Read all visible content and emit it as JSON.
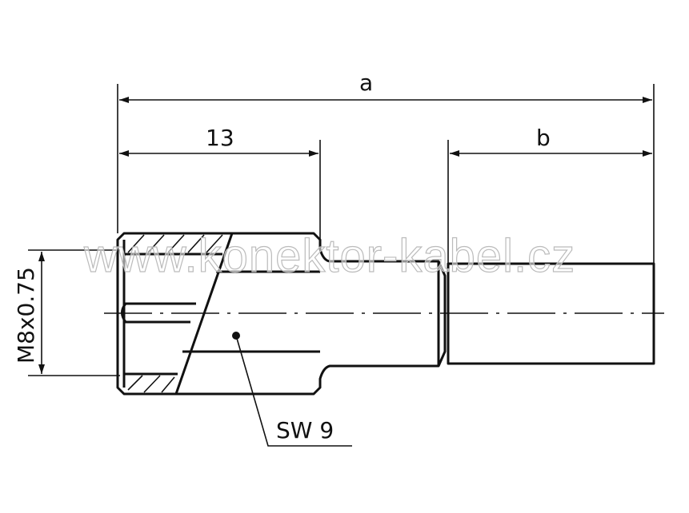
{
  "drawing": {
    "dimensions": {
      "overall_length": "a",
      "hex_length": "13",
      "pin_length": "b",
      "thread": "M8x0.75",
      "wrench_size": "SW 9"
    },
    "watermark": "www.konektor-kabel.cz",
    "line_color": "#111111"
  }
}
